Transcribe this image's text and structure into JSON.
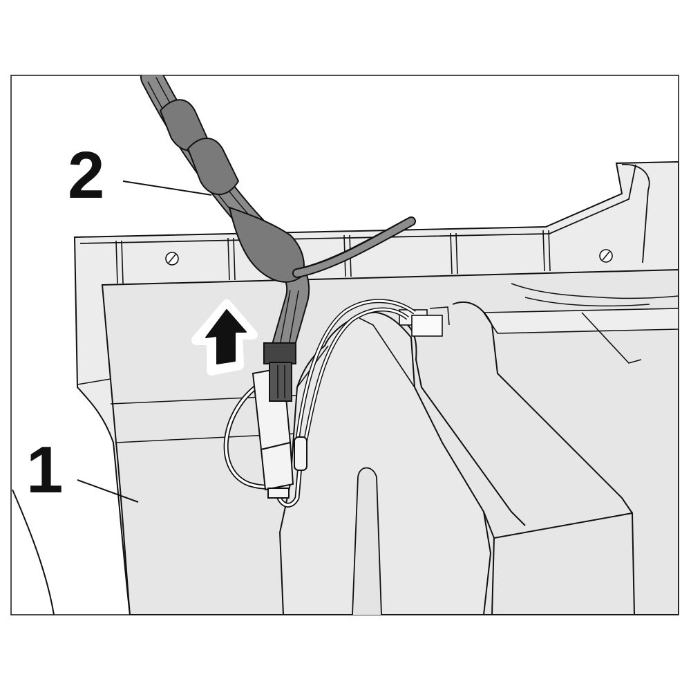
{
  "callouts": [
    {
      "label": "1",
      "target": "appliance-housing"
    },
    {
      "label": "2",
      "target": "cable-harness"
    }
  ],
  "colors": {
    "outline": "#111111",
    "panel_fill": "#e8e8e8",
    "panel_fill_light": "#eeeeee",
    "cable_dark": "#7a7a7a",
    "cable_mid": "#8d8d8d",
    "connector": "#444444",
    "background": "#ffffff"
  },
  "icons": {
    "direction_arrow": "arrow-up-icon",
    "screw_holes": "screw-hole-icon"
  },
  "direction_arrow": "up"
}
